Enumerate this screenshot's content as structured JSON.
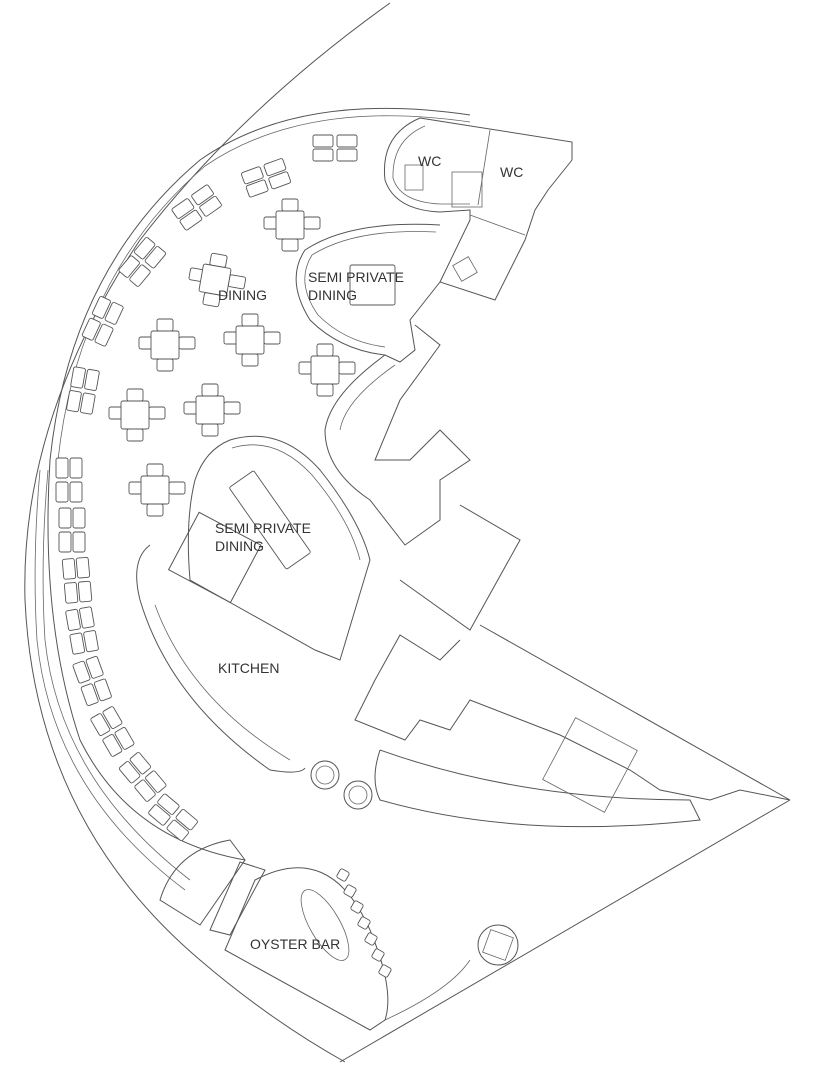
{
  "title": "Restaurant floor plan",
  "rooms": {
    "wc_left": "WC",
    "wc_right": "WC",
    "semi_private_top": [
      "SEMI PRIVATE",
      "DINING"
    ],
    "dining": "DINING",
    "semi_private_bottom": [
      "SEMI PRIVATE",
      "DINING"
    ],
    "kitchen": "KITCHEN",
    "oyster_bar": "OYSTER BAR"
  },
  "colors": {
    "line": "#555555",
    "background": "#ffffff",
    "text": "#333333"
  }
}
